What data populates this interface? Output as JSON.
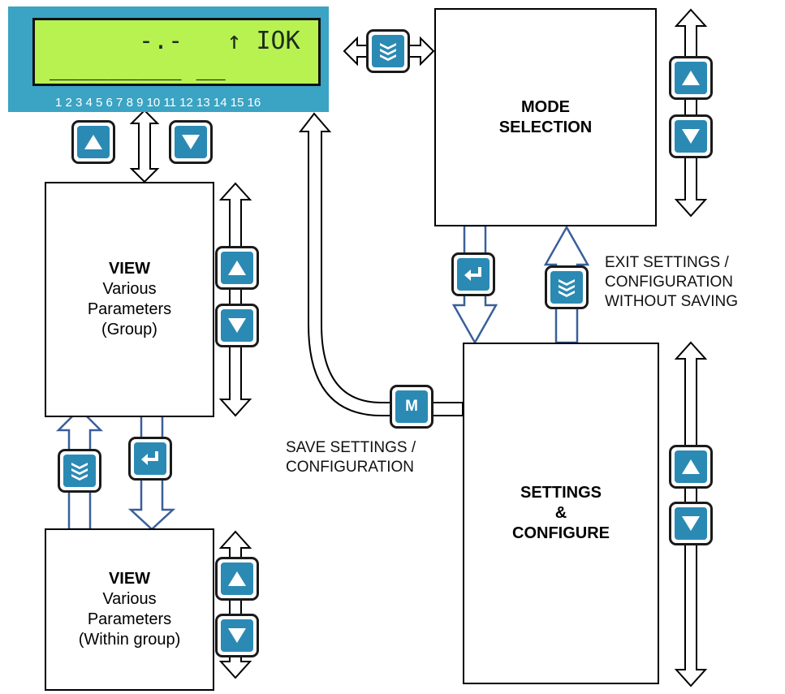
{
  "lcd": {
    "line1": "-.-   ↑ IOK",
    "line2": "_________ __",
    "digits": "1 2 3 4 5 6 7 8 9 10 11 12 13 14 15 16"
  },
  "boxes": {
    "mode": {
      "title": "MODE",
      "title2": "SELECTION"
    },
    "view_group": {
      "title": "VIEW",
      "line1": "Various",
      "line2": "Parameters",
      "line3": "(Group)"
    },
    "view_within": {
      "title": "VIEW",
      "line1": "Various",
      "line2": "Parameters",
      "line3": "(Within group)"
    },
    "settings": {
      "title": "SETTINGS",
      "title2": "&",
      "title3": "CONFIGURE"
    }
  },
  "labels": {
    "exit": [
      "EXIT SETTINGS /",
      "CONFIGURATION",
      "WITHOUT SAVING"
    ],
    "save": [
      "SAVE SETTINGS /",
      "CONFIGURATION"
    ]
  },
  "keys": {
    "menu": "M"
  },
  "colors": {
    "key_fill": "#2b8ab4",
    "key_outline": "#1a1a1a",
    "lcd_frame": "#3ba3c3",
    "lcd_screen": "#b7f251",
    "flow_arrow": "#3a5f9a"
  }
}
